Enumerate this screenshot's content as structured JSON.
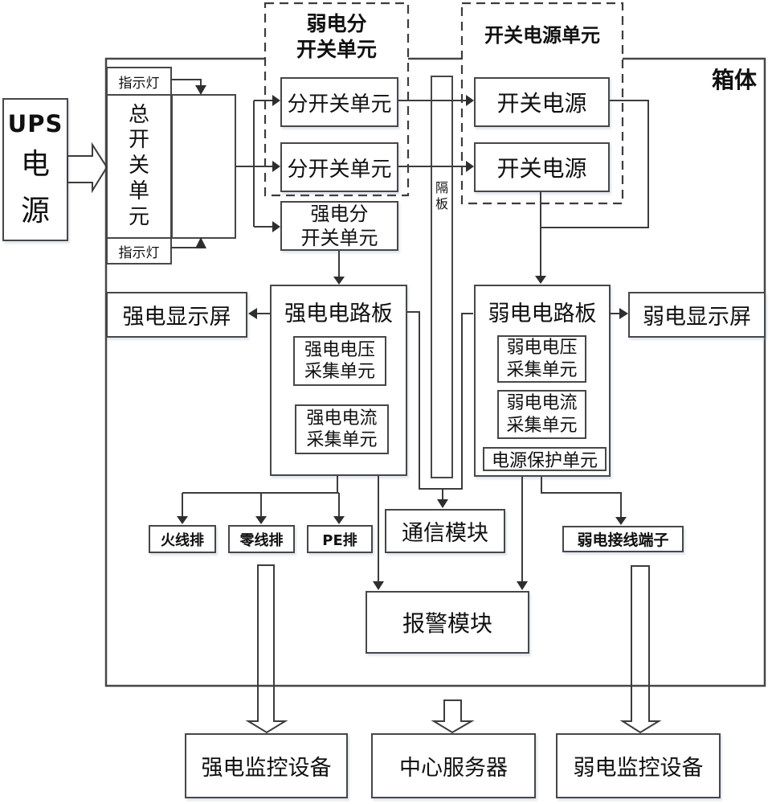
{
  "colors": {
    "line": "#3c3c3c",
    "box_border": "#474747",
    "text": "#101010",
    "background": "#ffffff"
  },
  "cabinet": {
    "label": "箱体"
  },
  "ups_source": {
    "lines": [
      "UPS",
      "电",
      "源"
    ]
  },
  "main_switch_unit": {
    "label": "总开关单元",
    "indicator_top": "指示灯",
    "indicator_bottom": "指示灯"
  },
  "weak_sub_switch_unit": {
    "title_lines": [
      "弱电分",
      "开关单元"
    ],
    "switches": [
      "分开关单元",
      "分开关单元"
    ]
  },
  "strong_sub_switch_unit": {
    "lines": [
      "强电分",
      "开关单元"
    ]
  },
  "switching_psu_unit": {
    "title": "开关电源单元",
    "supplies": [
      "开关电源",
      "开关电源"
    ]
  },
  "partition": {
    "label": "隔板"
  },
  "strong_display": {
    "label": "强电显示屏"
  },
  "strong_circuit_board": {
    "title": "强电电路板",
    "voltage_unit_lines": [
      "强电电压",
      "采集单元"
    ],
    "current_unit_lines": [
      "强电电流",
      "采集单元"
    ]
  },
  "weak_circuit_board": {
    "title": "弱电电路板",
    "voltage_unit_lines": [
      "弱电电压",
      "采集单元"
    ],
    "current_unit_lines": [
      "弱电电流",
      "采集单元"
    ],
    "protection_unit": "电源保护单元"
  },
  "weak_display": {
    "label": "弱电显示屏"
  },
  "buses": {
    "live": "火线排",
    "neutral": "零线排",
    "pe": "PE排"
  },
  "comm_module": {
    "label": "通信模块"
  },
  "alarm_module": {
    "label": "报警模块"
  },
  "weak_terminal": {
    "label": "弱电接线端子"
  },
  "external_devices": {
    "strong_monitor": "强电监控设备",
    "center_server": "中心服务器",
    "weak_monitor": "弱电监控设备"
  }
}
